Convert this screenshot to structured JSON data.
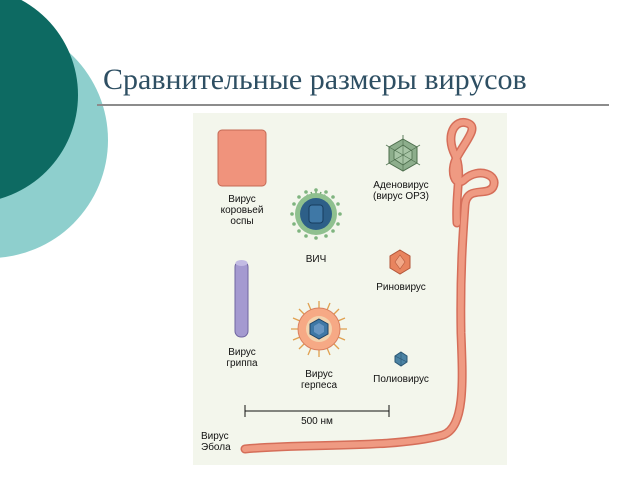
{
  "slide": {
    "title": "Сравнительные размеры вирусов"
  },
  "diagram": {
    "scale_bar_label": "500 нм",
    "viruses": {
      "cowpox": {
        "label": "Вирус\nкоровьей\nоспы",
        "color": "#f0937c"
      },
      "hiv": {
        "label": "ВИЧ",
        "color": "#2d5f88"
      },
      "adenovirus": {
        "label": "Аденовирус\n(вирус ОРЗ)",
        "color": "#8dae8c"
      },
      "influenza": {
        "label": "Вирус\nгриппа",
        "color": "#a49ad0"
      },
      "rhinovirus": {
        "label": "Риновирус",
        "color": "#e8845f"
      },
      "herpes": {
        "label": "Вирус\nгерпеса",
        "color": "#f6a985"
      },
      "poliovirus": {
        "label": "Полиовирус",
        "color": "#4b83a4"
      },
      "ebola": {
        "label": "Вирус\nЭбола",
        "color": "#ef9a82"
      }
    }
  }
}
